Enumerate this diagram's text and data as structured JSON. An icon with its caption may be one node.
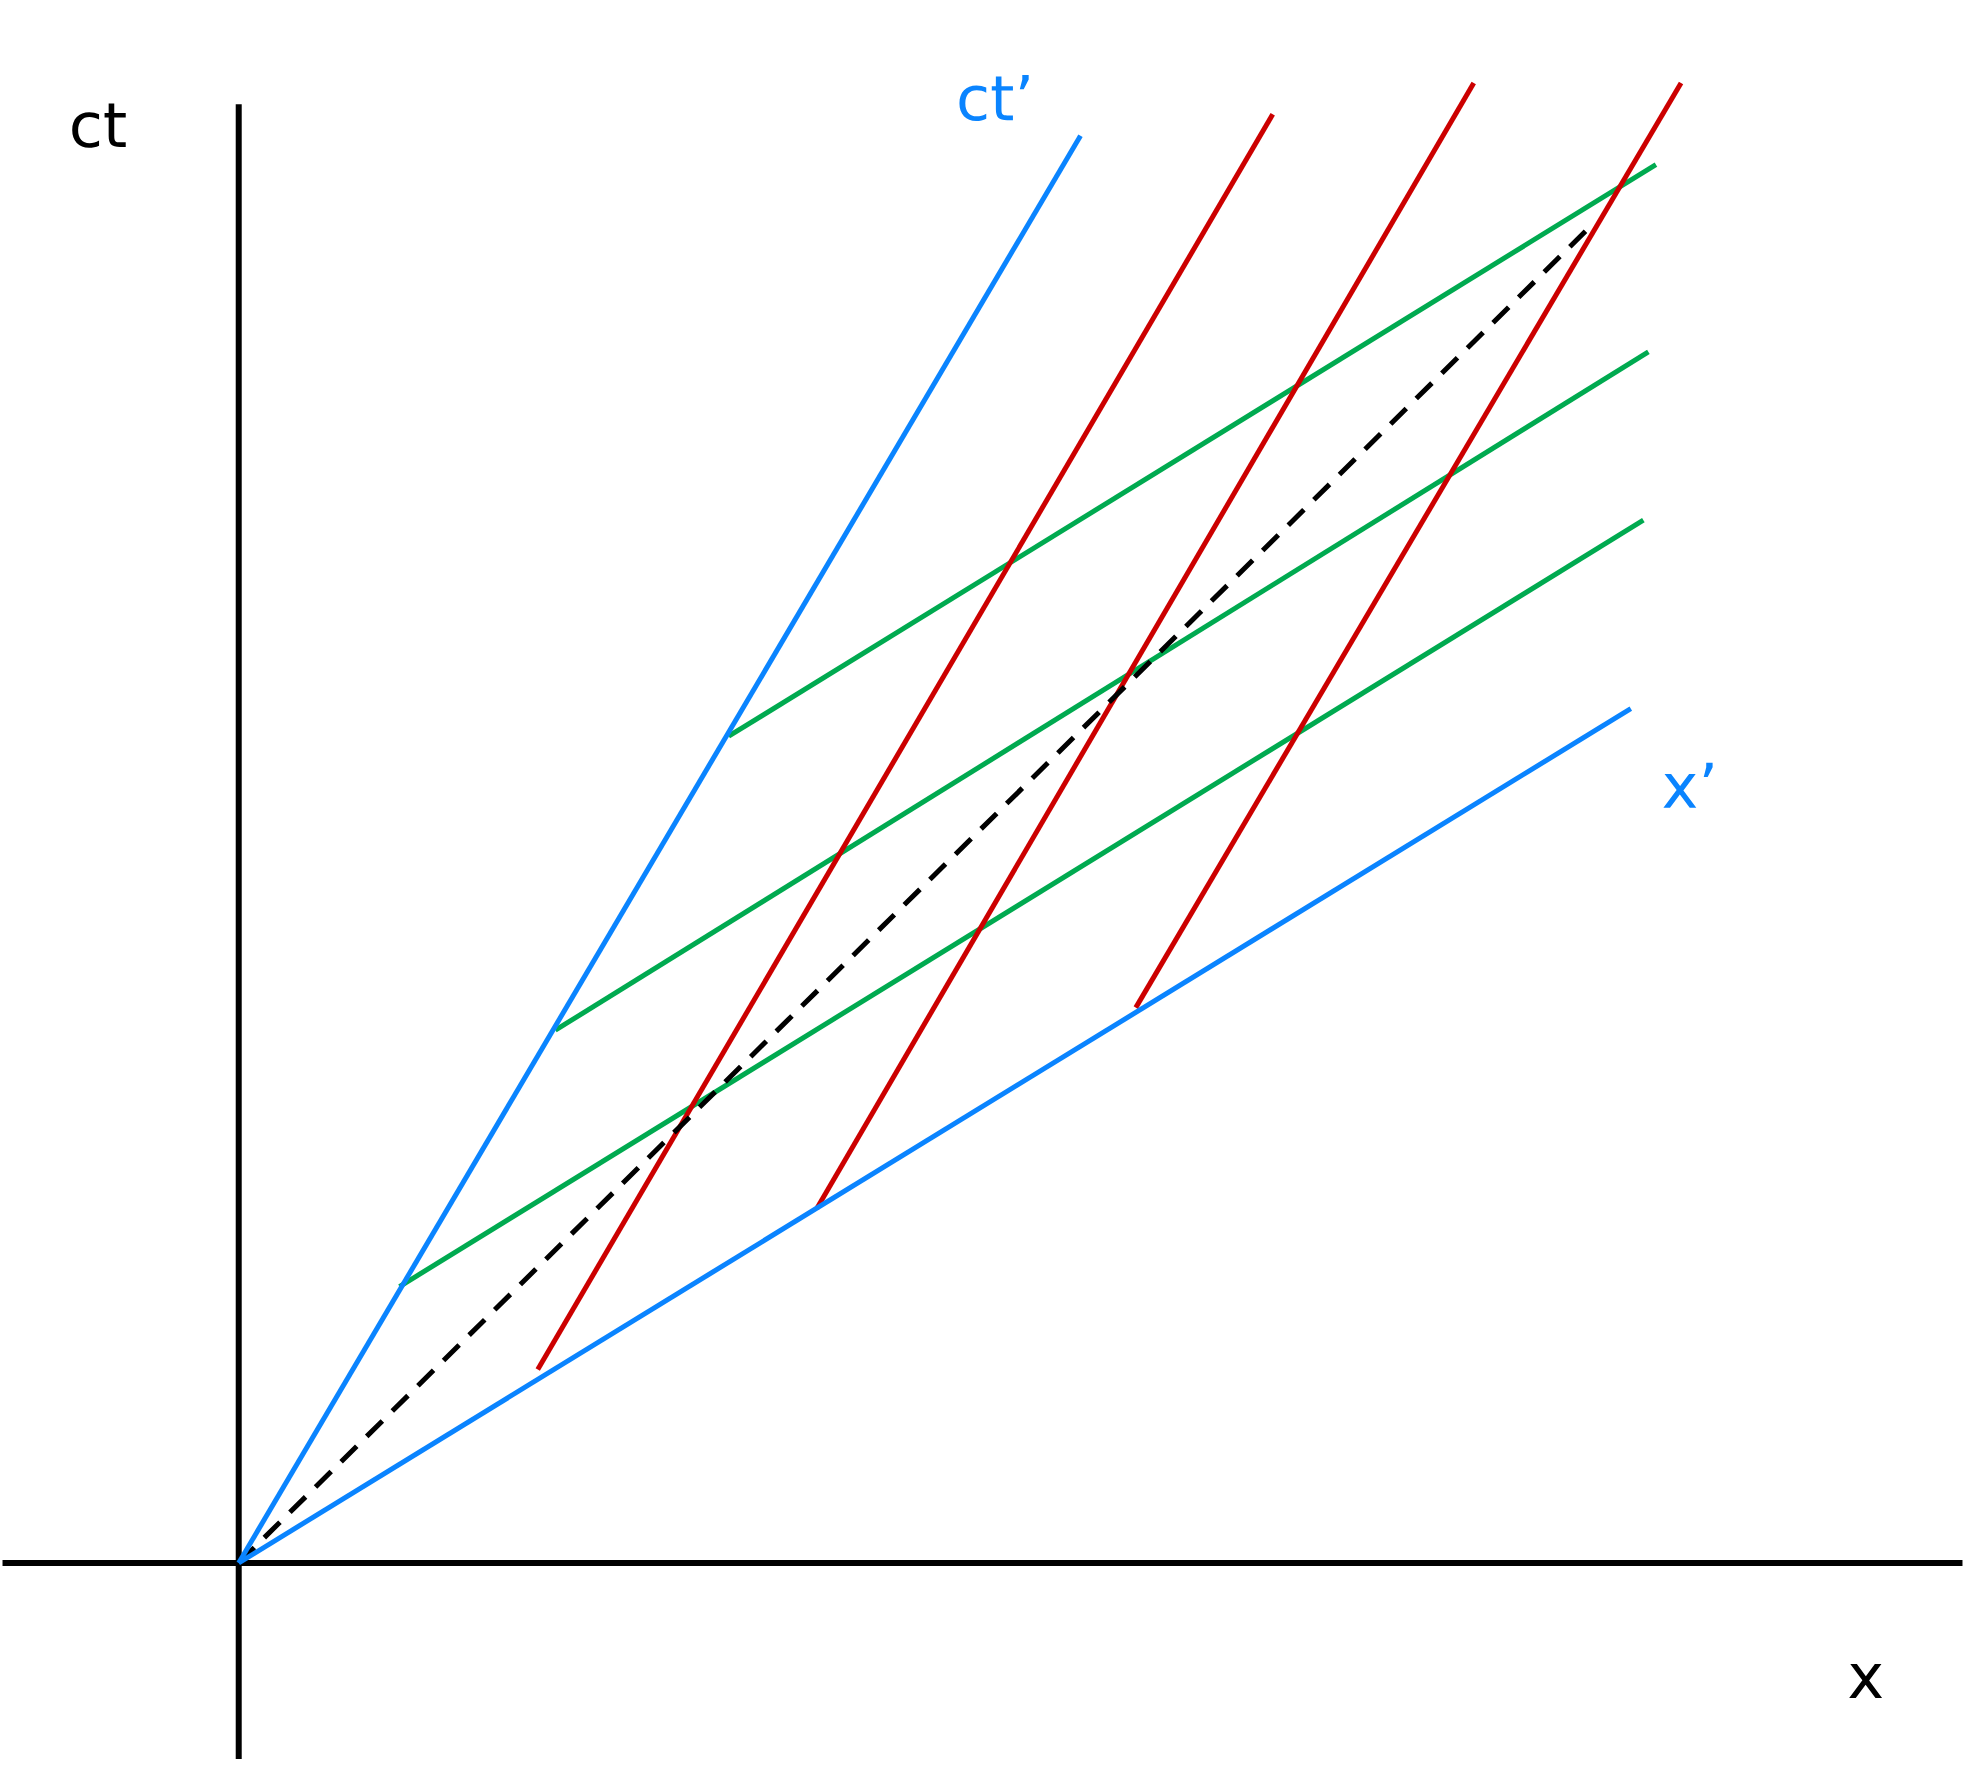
{
  "diagram": {
    "labels": [
      "ct",
      "ct’",
      "x’",
      "x"
    ]
  }
}
